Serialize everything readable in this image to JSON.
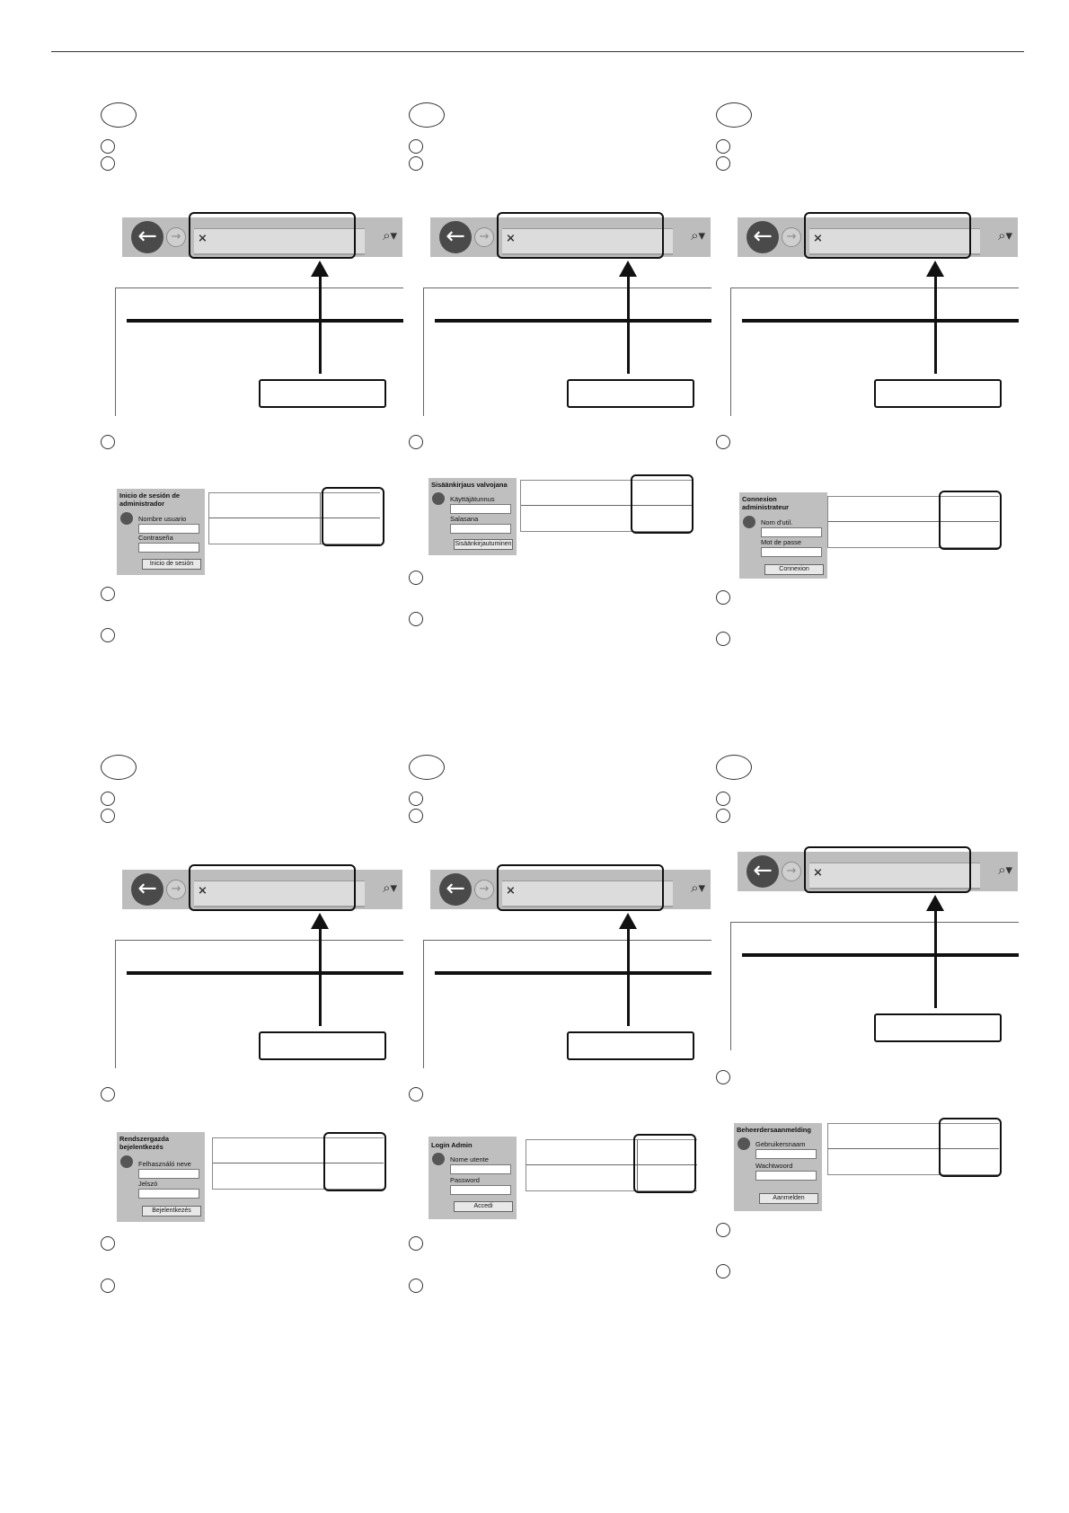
{
  "sections": [
    {
      "id": "es",
      "login": {
        "title": "Inicio de sesión de administrador",
        "user_label": "Nombre usuario",
        "password_label": "Contraseña",
        "button": "Inicio de sesión"
      }
    },
    {
      "id": "fi",
      "login": {
        "title": "Sisäänkirjaus valvojana",
        "user_label": "Käyttäjätunnus",
        "password_label": "Salasana",
        "button": "Sisäänkirjautuminen"
      }
    },
    {
      "id": "fr",
      "login": {
        "title": "Connexion administrateur",
        "user_label": "Nom d'util.",
        "password_label": "Mot de passe",
        "button": "Connexion"
      }
    },
    {
      "id": "hu",
      "login": {
        "title": "Rendszergazda bejelentkezés",
        "user_label": "Felhasználó neve",
        "password_label": "Jelszó",
        "button": "Bejelentkezés"
      }
    },
    {
      "id": "it",
      "login": {
        "title": "Login Admin",
        "user_label": "Nome utente",
        "password_label": "Password",
        "button": "Accedi"
      }
    },
    {
      "id": "nl",
      "login": {
        "title": "Beheerdersaanmelding",
        "user_label": "Gebruikersnaam",
        "password_label": "Wachtwoord",
        "button": "Aanmelden"
      }
    }
  ],
  "browser": {
    "back_icon": "back-arrow-icon",
    "forward_icon": "forward-arrow-icon",
    "site_icon": "site-favicon-icon",
    "search_icon": "search-icon"
  }
}
